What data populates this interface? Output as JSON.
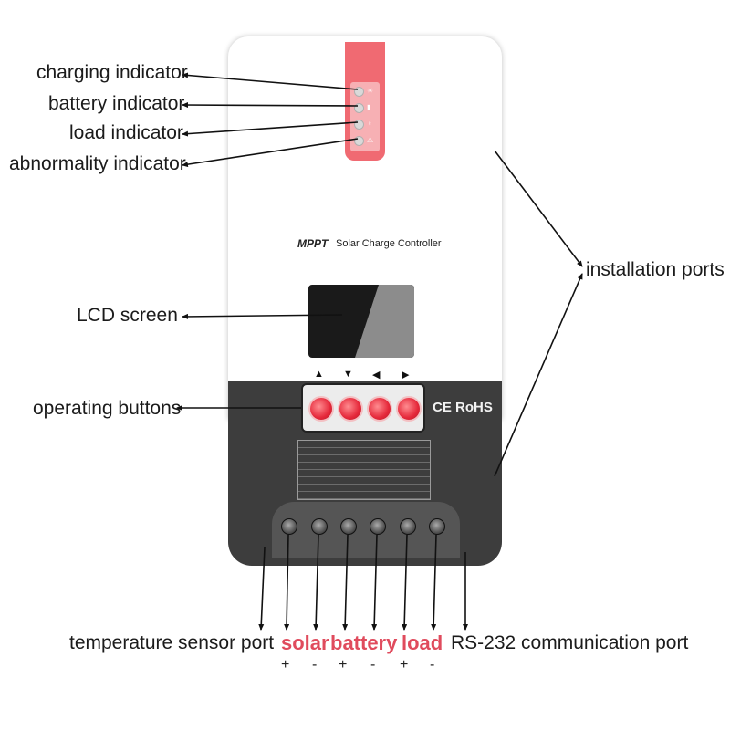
{
  "labels": {
    "charging_indicator": "charging indicator",
    "battery_indicator": "battery indicator",
    "load_indicator": "load indicator",
    "abnormality_indicator": "abnormality indicator",
    "lcd_screen": "LCD screen",
    "operating_buttons": "operating buttons",
    "installation_ports": "installation ports",
    "temperature_sensor_port": "temperature sensor  port",
    "solar": "solar",
    "battery": "battery",
    "load": "load",
    "rs232_port": "RS-232 communication port"
  },
  "polarity": [
    "+",
    "-",
    "+",
    "-",
    "+",
    "-"
  ],
  "device": {
    "brand": "MPPT",
    "title": "Solar Charge Controller",
    "certification": "CE RoHS",
    "button_arrows": [
      "▲",
      "▼",
      "◀",
      "▶"
    ]
  },
  "colors": {
    "accent_red": "#e04b5d",
    "indicator_strip": "#f06a72",
    "device_dark": "#3d3d3d"
  }
}
